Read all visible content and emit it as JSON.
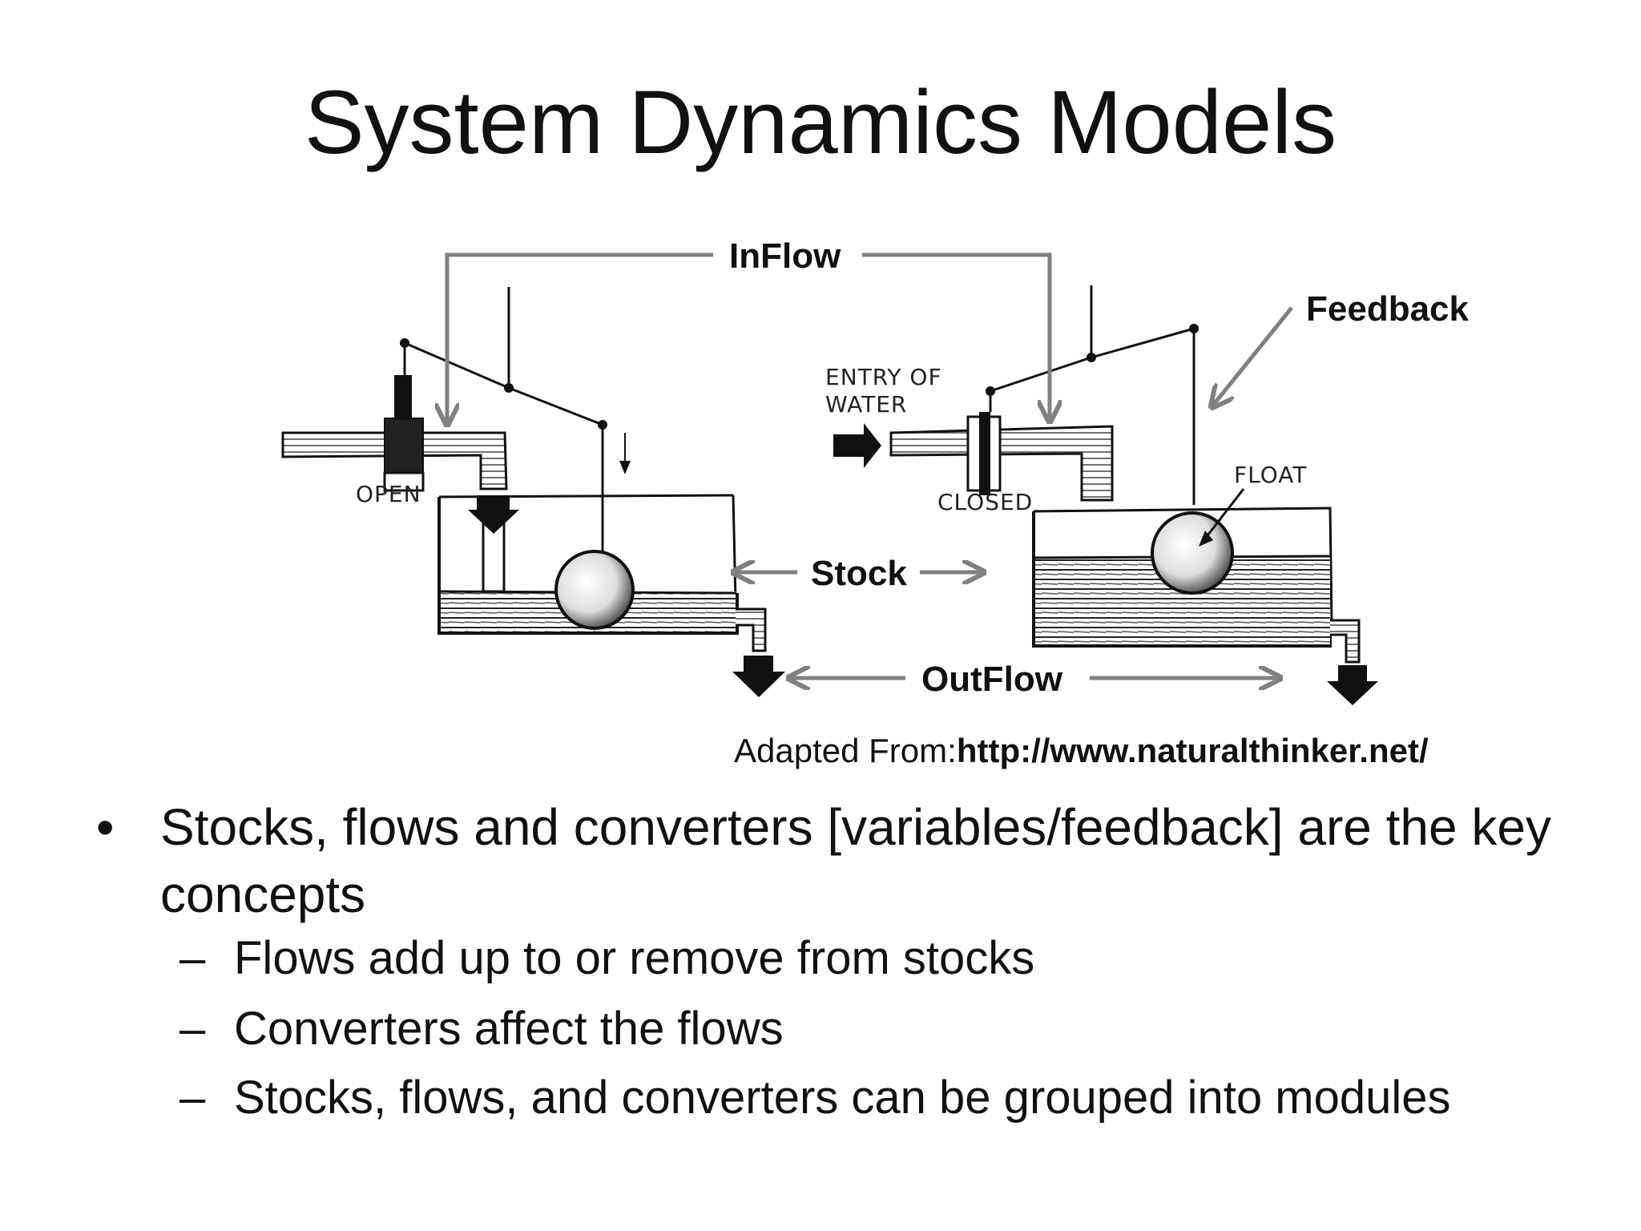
{
  "slide": {
    "title": "System Dynamics Models"
  },
  "diagram": {
    "labels": {
      "inflow": "InFlow",
      "feedback": "Feedback",
      "stock": "Stock",
      "outflow": "OutFlow"
    },
    "sketch_labels": {
      "open": "OPEN",
      "entry_of_water_line1": "ENTRY OF",
      "entry_of_water_line2": "WATER",
      "closed": "CLOSED",
      "float": "FLOAT"
    }
  },
  "attribution": {
    "prefix": "Adapted From:",
    "url": "http://www.naturalthinker.net/"
  },
  "bullets": [
    {
      "text": "Stocks, flows and converters [variables/feedback] are the key concepts",
      "marker": "•",
      "subitems": [
        {
          "text": "Flows add up to or remove from stocks",
          "marker": "–"
        },
        {
          "text": "Converters affect the flows",
          "marker": "–"
        },
        {
          "text": "Stocks, flows, and converters can be grouped into modules",
          "marker": "–"
        }
      ]
    }
  ],
  "colors": {
    "text": "#111111",
    "annotation_arrow": "#808080",
    "sketch_ink": "#111111"
  }
}
